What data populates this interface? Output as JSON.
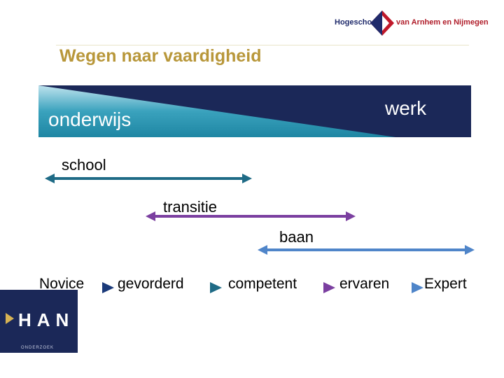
{
  "logo": {
    "left_text": "Hogeschool",
    "right_text": "van Arnhem en Nijmegen"
  },
  "title": "Wegen naar vaardigheid",
  "banner": {
    "left_label": "onderwijs",
    "right_label": "werk"
  },
  "rows": [
    {
      "label": "school",
      "color": "#1f6b86"
    },
    {
      "label": "transitie",
      "color": "#7b3fa0"
    },
    {
      "label": "baan",
      "color": "#4f85c9"
    }
  ],
  "stages": [
    "Novice",
    "gevorderd",
    "competent",
    "ervaren",
    "Expert"
  ],
  "stage_arrow_colors": [
    "#1b3a7a",
    "#1f6b86",
    "#7b3fa0",
    "#4f85c9"
  ],
  "han": {
    "logo_text": "HAN",
    "subtitle": "ONDERZOEK"
  },
  "colors": {
    "title": "#b8973a",
    "banner_dark": "#1b2858",
    "banner_light": "#2a8fa6"
  }
}
